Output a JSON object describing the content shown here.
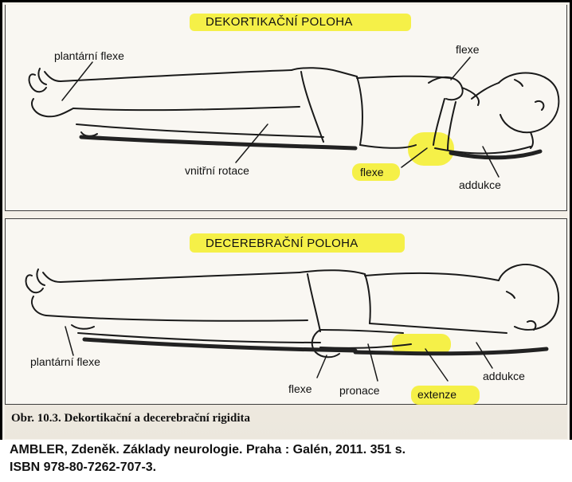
{
  "figure": {
    "top": {
      "title": "DEKORTIKAČNÍ POLOHA",
      "labels": {
        "plantarni_flexe": "plantární flexe",
        "flexe_arm": "flexe",
        "vnitrni_rotace": "vnitřní rotace",
        "flexe_elbow": "flexe",
        "addukce": "addukce"
      }
    },
    "bottom": {
      "title": "DECEREBRAČNÍ POLOHA",
      "labels": {
        "plantarni_flexe": "plantární flexe",
        "flexe": "flexe",
        "pronace": "pronace",
        "extenze": "extenze",
        "addukce": "addukce"
      }
    },
    "caption": "Obr. 10.3. Dekortikační a decerebrační rigidita"
  },
  "citation": {
    "line1": "AMBLER, Zdeněk. Základy neurologie. Praha : Galén, 2011. 351 s.",
    "line2": "ISBN 978-80-7262-707-3."
  },
  "colors": {
    "highlight": "#f5ee2a",
    "ink": "#111111",
    "paper": "#f9f7f2"
  }
}
